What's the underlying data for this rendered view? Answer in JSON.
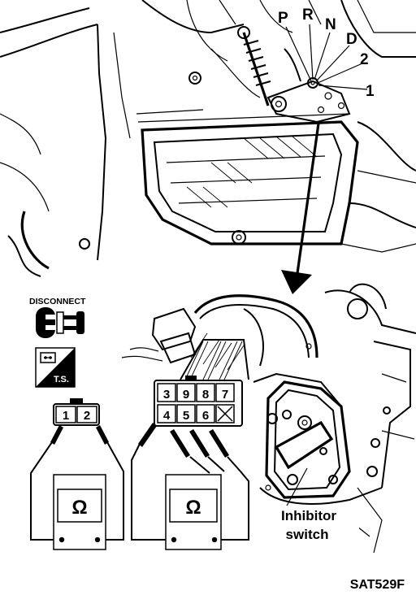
{
  "shift_positions": [
    "P",
    "R",
    "N",
    "D",
    "2",
    "1"
  ],
  "icons": {
    "disconnect": {
      "name": "disconnect-connector-icon",
      "label": "DISCONNECT"
    },
    "ts": {
      "name": "tester-icon",
      "label": "T.S."
    }
  },
  "left_connector": {
    "pins": [
      "1",
      "2"
    ]
  },
  "right_connector": {
    "pins_top": [
      "3",
      "9",
      "8",
      "7"
    ],
    "pins_bottom": [
      "4",
      "5",
      "6"
    ]
  },
  "meters": {
    "symbol": "Ω"
  },
  "callout": {
    "line1": "Inhibitor",
    "line2": "switch"
  },
  "figure_code": "SAT529F"
}
